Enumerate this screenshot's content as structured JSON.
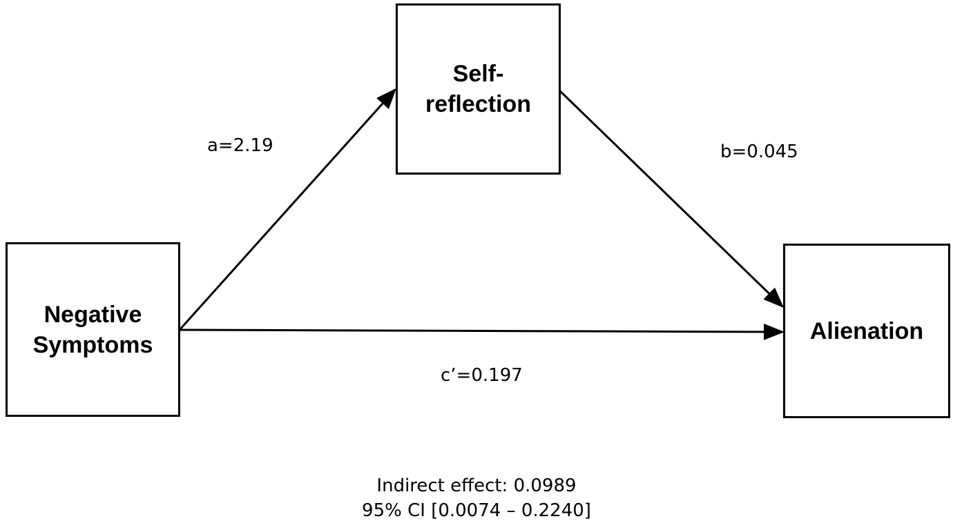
{
  "nodes": {
    "predictor": {
      "line1": "Negative",
      "line2": "Symptoms"
    },
    "mediator": {
      "line1": "Self-",
      "line2": "reflection"
    },
    "outcome": {
      "label": "Alienation"
    }
  },
  "paths": {
    "a": "a=2.19",
    "b": "b=0.045",
    "c_prime": "c’=0.197"
  },
  "stats": {
    "indirect_effect": "Indirect effect: 0.0989",
    "ci": "95% CI [0.0074 – 0.2240]"
  },
  "colors": {
    "stroke": "#000000",
    "background": "#ffffff"
  }
}
